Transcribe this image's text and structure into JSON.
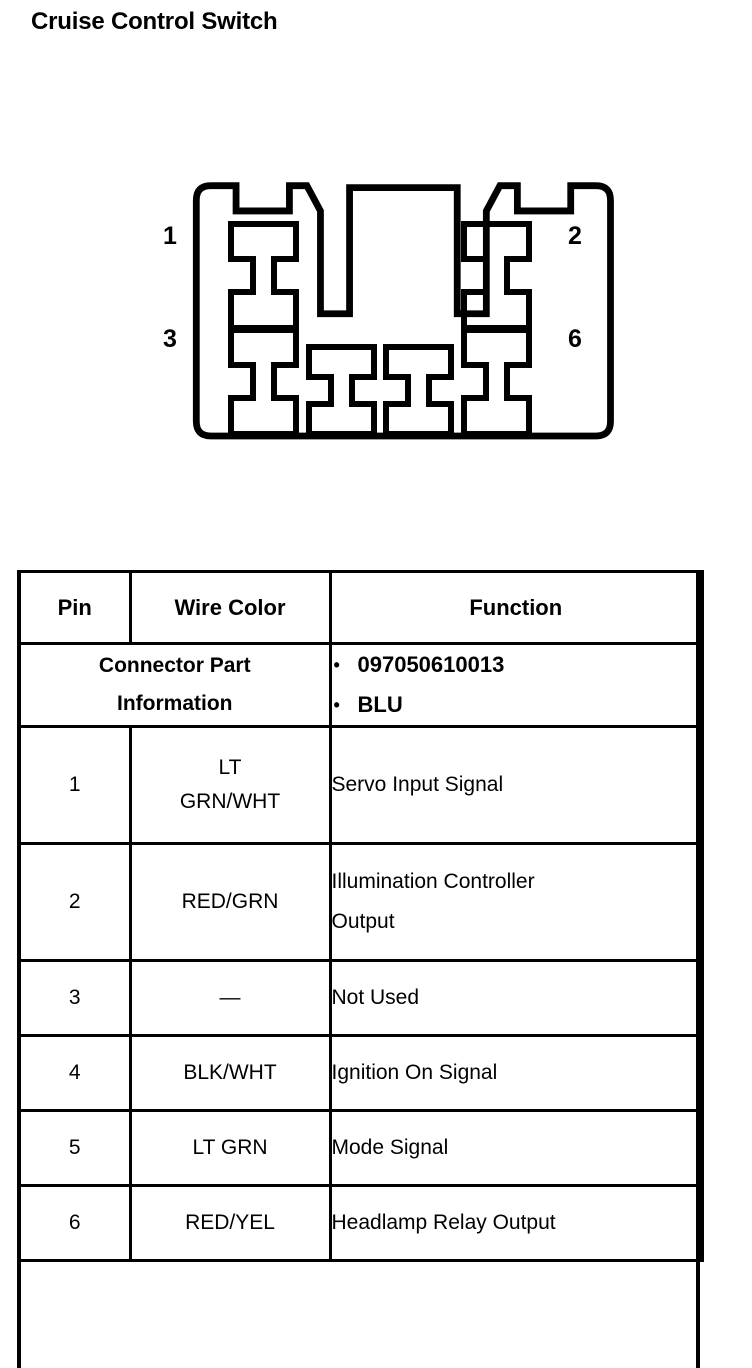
{
  "page": {
    "title": "Cruise Control Switch"
  },
  "diagram": {
    "name": "connector-face-view",
    "pin_labels": {
      "top_left": "1",
      "top_right": "2",
      "bottom_left": "3",
      "bottom_right": "6"
    }
  },
  "connector_part_information": {
    "label_line1": "Connector Part",
    "label_line2": "Information",
    "values": [
      "097050610013",
      "BLU"
    ]
  },
  "pin_table": {
    "headers": {
      "pin": "Pin",
      "wire_color": "Wire Color",
      "function": "Function"
    },
    "rows": [
      {
        "pin": "1",
        "wire_color_line1": "LT",
        "wire_color_line2": "GRN/WHT",
        "wire_color": "LT GRN/WHT",
        "function_line1": "Servo Input Signal",
        "function_line2": "",
        "function": "Servo Input Signal"
      },
      {
        "pin": "2",
        "wire_color_line1": "RED/GRN",
        "wire_color_line2": "",
        "wire_color": "RED/GRN",
        "function_line1": "Illumination Controller",
        "function_line2": "Output",
        "function": "Illumination Controller Output"
      },
      {
        "pin": "3",
        "wire_color_line1": "—",
        "wire_color_line2": "",
        "wire_color": "—",
        "function_line1": "Not Used",
        "function_line2": "",
        "function": "Not Used"
      },
      {
        "pin": "4",
        "wire_color_line1": "BLK/WHT",
        "wire_color_line2": "",
        "wire_color": "BLK/WHT",
        "function_line1": "Ignition On Signal",
        "function_line2": "",
        "function": "Ignition On Signal"
      },
      {
        "pin": "5",
        "wire_color_line1": "LT GRN",
        "wire_color_line2": "",
        "wire_color": "LT GRN",
        "function_line1": "Mode Signal",
        "function_line2": "",
        "function": "Mode Signal"
      },
      {
        "pin": "6",
        "wire_color_line1": "RED/YEL",
        "wire_color_line2": "",
        "wire_color": "RED/YEL",
        "function_line1": "Headlamp Relay Output",
        "function_line2": "",
        "function": "Headlamp Relay Output"
      }
    ]
  },
  "colors": {
    "ink": "#000000",
    "paper": "#ffffff"
  }
}
